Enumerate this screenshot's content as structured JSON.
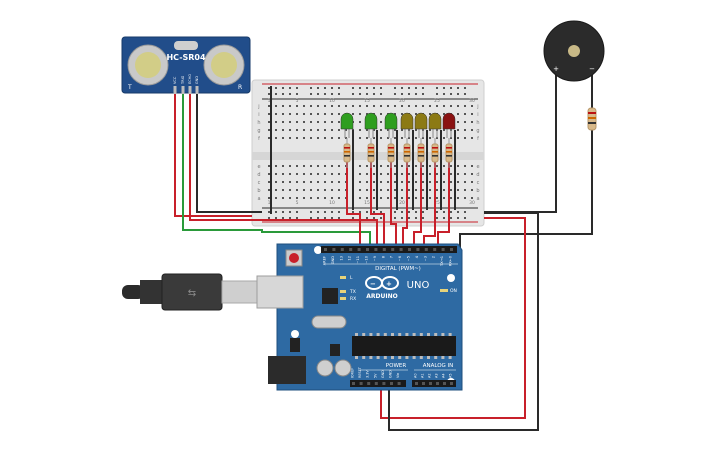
{
  "sensor": {
    "model": "HC-SR04",
    "corner_left": "T",
    "corner_right": "R",
    "pins": [
      "VCC",
      "TRIG",
      "ECHO",
      "GND"
    ]
  },
  "breadboard": {
    "row_letters_top": [
      "j",
      "i",
      "h",
      "g",
      "f"
    ],
    "row_letters_bottom": [
      "e",
      "d",
      "c",
      "b",
      "a"
    ],
    "column_numbers": [
      "1",
      "5",
      "10",
      "15",
      "20",
      "25",
      "30"
    ]
  },
  "buzzer": {
    "plus": "+",
    "minus": "−"
  },
  "leds": [
    {
      "color_name": "green",
      "color": "#2f9e1f"
    },
    {
      "color_name": "green",
      "color": "#2f9e1f"
    },
    {
      "color_name": "green",
      "color": "#2f9e1f"
    },
    {
      "color_name": "yellow",
      "color": "#8c7a14"
    },
    {
      "color_name": "yellow",
      "color": "#8c7a14"
    },
    {
      "color_name": "yellow",
      "color": "#8c7a14"
    },
    {
      "color_name": "red",
      "color": "#8a1212"
    }
  ],
  "arduino": {
    "brand": "ARDUINO",
    "model": "UNO",
    "digital_label": "DIGITAL (PWM~)",
    "power_label": "POWER",
    "analog_label": "ANALOG IN",
    "on_label": "ON",
    "l_label": "L",
    "tx_label": "TX",
    "rx_label": "RX",
    "digital_pins": [
      "AREF",
      "GND",
      "13",
      "12",
      "~11",
      "~10",
      "~9",
      "8",
      "7",
      "~6",
      "~5",
      "4",
      "~3",
      "2",
      "TX→1",
      "RX←0"
    ],
    "power_pins": [
      "IOREF",
      "RESET",
      "3.3V",
      "5V",
      "GND",
      "GND",
      "Vin"
    ],
    "analog_pins": [
      "A0",
      "A1",
      "A2",
      "A3",
      "A4",
      "A5"
    ]
  },
  "colors": {
    "board_blue": "#2e6aa3",
    "board_dark": "#1f4f7c",
    "wire_red": "#c8202a",
    "wire_dark": "#2a2a2a",
    "wire_green": "#2a9a3a",
    "breadboard_bg": "#e8e8e8"
  }
}
